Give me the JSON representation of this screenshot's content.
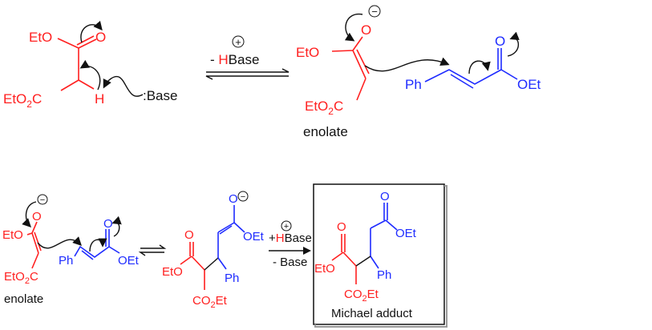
{
  "colors": {
    "malonate": "#ff2020",
    "acceptor": "#1f2cff",
    "arrows": "#111111"
  },
  "step1": {
    "malonate": {
      "eto": "EtO",
      "o": "O",
      "eto2c": "EtO",
      "co2c_sub": "2",
      "co2c_c": "C",
      "h": "H"
    },
    "base": ":Base",
    "arrow": {
      "charge": "+",
      "minus": "- ",
      "h": "H",
      "base": "Base"
    },
    "enolate": {
      "o": "O",
      "charge": "−",
      "eto": "EtO",
      "eto2c": "EtO",
      "sub": "2",
      "c": "C",
      "label": "enolate"
    },
    "acceptor": {
      "ph": "Ph",
      "o": "O",
      "oet": "OEt"
    }
  },
  "step2": {
    "enolate": {
      "o": "O",
      "charge": "−",
      "eto": "EtO",
      "eto2c": "EtO",
      "sub": "2",
      "c": "C",
      "label": "enolate"
    },
    "acceptor": {
      "ph": "Ph",
      "o": "O",
      "oet": "OEt"
    },
    "intermediate": {
      "o_top": "O",
      "charge": "−",
      "oet": "OEt",
      "o": "O",
      "eto": "EtO",
      "ph": "Ph",
      "co2et_a": "CO",
      "sub": "2",
      "co2et_b": "Et"
    },
    "arrow": {
      "charge": "+",
      "plus": "+",
      "h": "H",
      "base": "Base",
      "minus_base": "- Base"
    },
    "product": {
      "o_top": "O",
      "oet": "OEt",
      "o": "O",
      "eto": "EtO",
      "ph": "Ph",
      "co2et_a": "CO",
      "sub": "2",
      "co2et_b": "Et",
      "label": "Michael adduct"
    }
  }
}
